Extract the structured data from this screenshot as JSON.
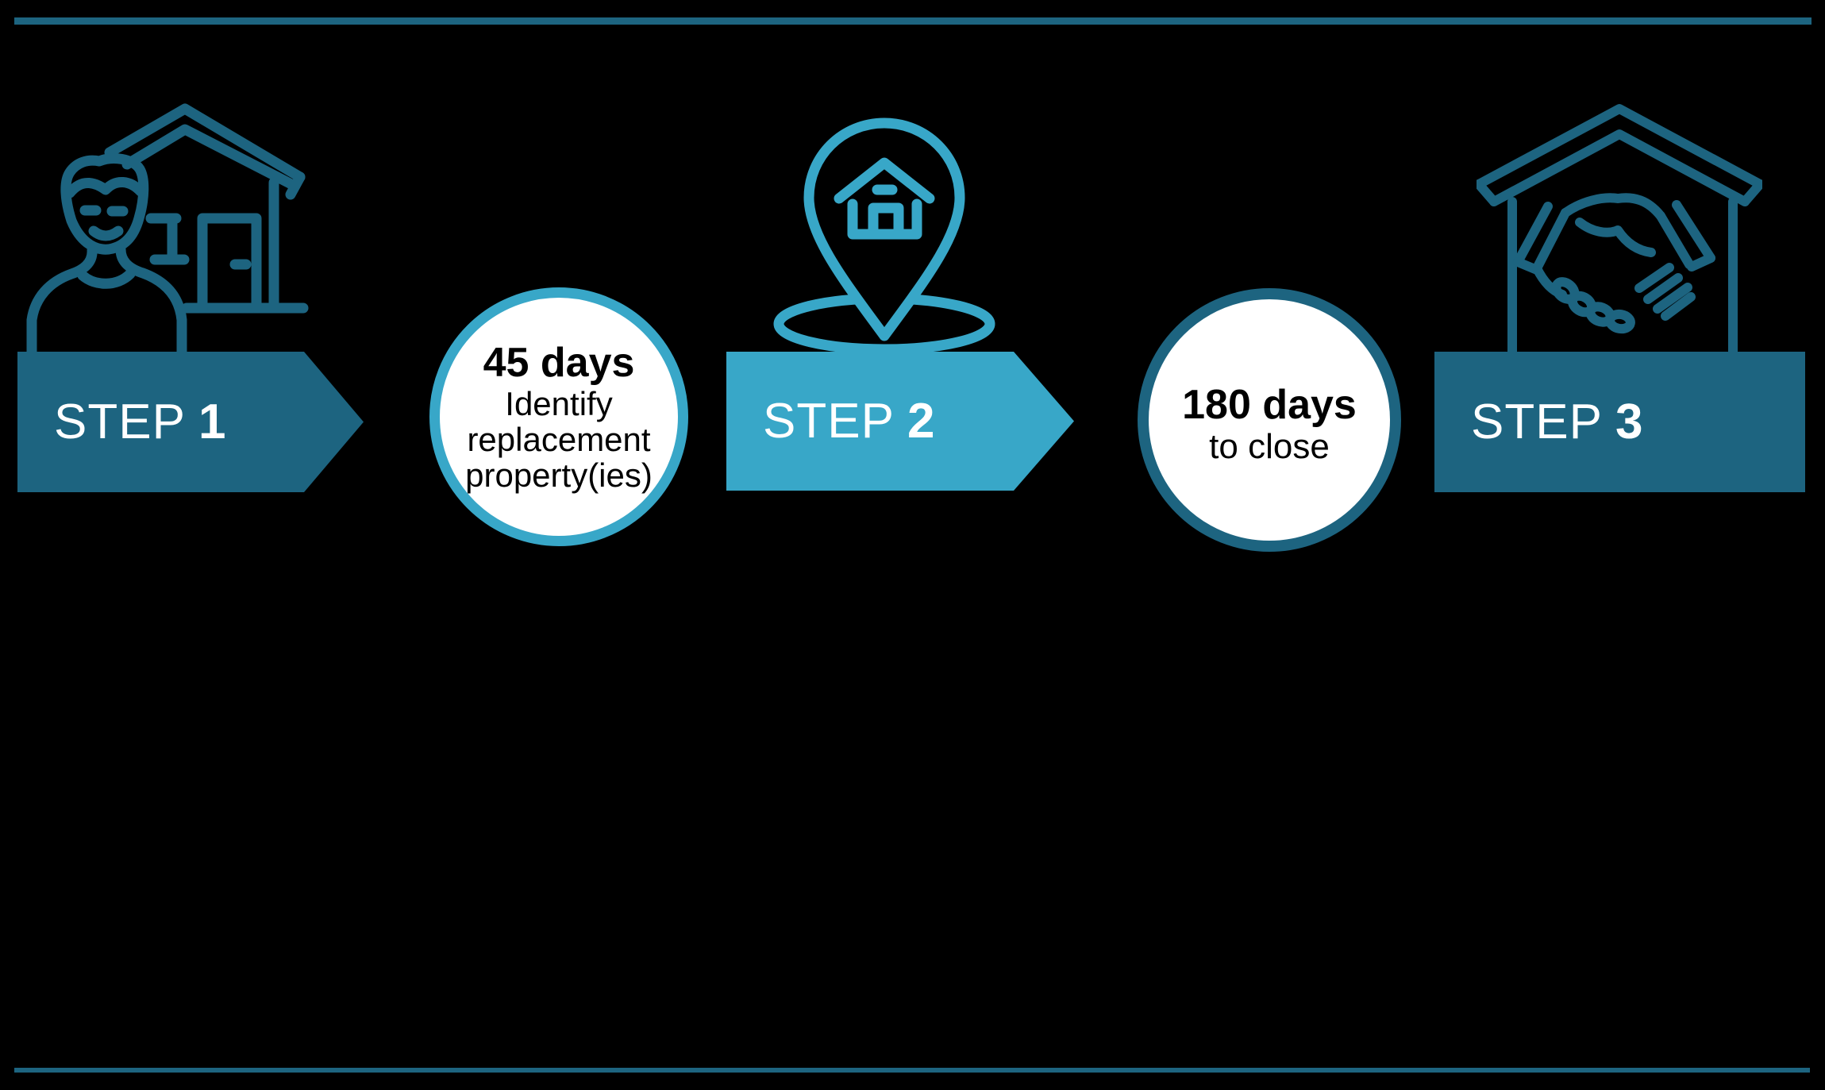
{
  "colors": {
    "background": "#000000",
    "accent_dark_teal": "#1d6480",
    "accent_light_blue": "#38a7c8",
    "banner_text": "#ffffff",
    "circle_fill": "#ffffff",
    "circle_text": "#000000"
  },
  "rules": {
    "top_rule_color": "#1d6480",
    "bottom_rule_color": "#1d6480"
  },
  "steps": [
    {
      "label": "STEP",
      "number": "1",
      "icon": "person-house-icon",
      "theme": "dark-teal"
    },
    {
      "label": "STEP",
      "number": "2",
      "icon": "map-pin-house-icon",
      "theme": "light-blue"
    },
    {
      "label": "STEP",
      "number": "3",
      "icon": "handshake-house-icon",
      "theme": "dark-teal"
    }
  ],
  "milestones": [
    {
      "title": "45 days",
      "description": "Identify replacement property(ies)",
      "ring_color": "#38a7c8"
    },
    {
      "title": "180 days",
      "description": "to close",
      "ring_color": "#1d6480"
    }
  ]
}
